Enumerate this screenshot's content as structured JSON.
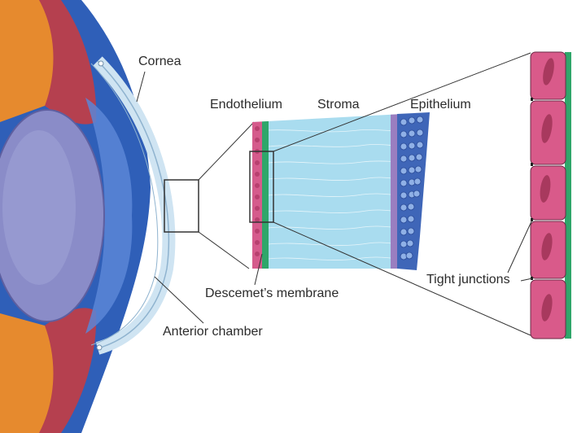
{
  "labels": {
    "cornea": "Cornea",
    "endothelium": "Endothelium",
    "stroma": "Stroma",
    "epithelium": "Epithelium",
    "descemet": "Descemet’s membrane",
    "anterior_chamber": "Anterior chamber",
    "tight_junctions": "Tight junctions"
  },
  "colors": {
    "iris_orange": "#e68a2e",
    "ciliary_red": "#b5404f",
    "lens_purple": "#8a8cc8",
    "sclera_blue": "#2f5fb8",
    "cornea_tint": "#cfe4f2",
    "stroma_blue": "#a9dcef",
    "epithelium_blue": "#3f66b8",
    "endothelium_pink": "#d55b8c",
    "descemet_green": "#2fa66a",
    "cell_pink": "#d95a8a",
    "nucleus": "#a8395e"
  }
}
